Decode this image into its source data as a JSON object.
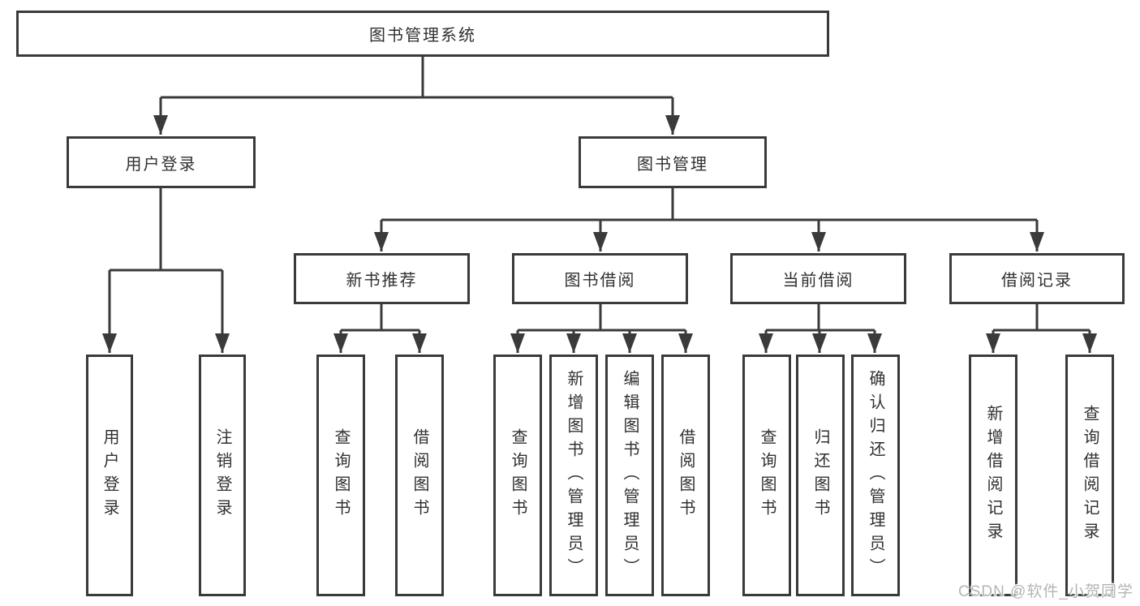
{
  "diagram": {
    "root": "图书管理系统",
    "level2": {
      "user_login": "用户登录",
      "book_management": "图书管理"
    },
    "level3": {
      "recommend": "新书推荐",
      "borrow": "图书借阅",
      "current": "当前借阅",
      "records": "借阅记录"
    },
    "leaves": {
      "user_login": "用户登录",
      "logout": "注销登录",
      "rec_query_books": "查询图书",
      "rec_borrow_books": "借阅图书",
      "bor_query_books": "查询图书",
      "bor_add_books": "新增图书（管理员）",
      "bor_edit_books": "编辑图书（管理员）",
      "bor_borrow_books": "借阅图书",
      "cur_query_books": "查询图书",
      "cur_return_books": "归还图书",
      "cur_confirm_return": "确认归还（管理员）",
      "recd_add_record": "新增借阅记录",
      "recd_query_record": "查询借阅记录"
    }
  },
  "watermark": "CSDN @软件_小贺同学",
  "colors": {
    "line": "#3a3a3a",
    "text": "#303030",
    "watermark": "#b5b5b5"
  }
}
